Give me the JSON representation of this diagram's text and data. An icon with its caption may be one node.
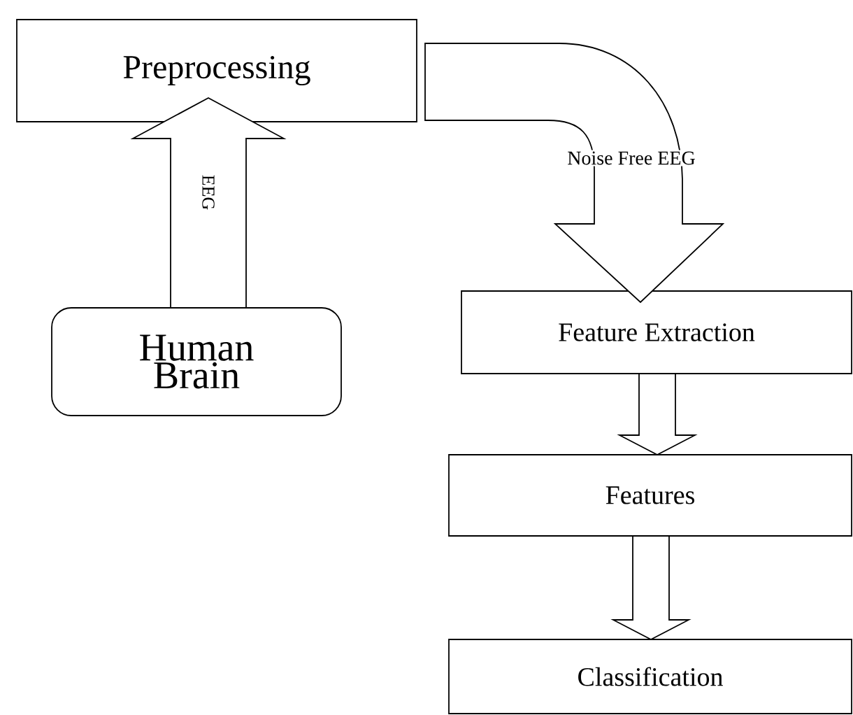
{
  "diagram": {
    "nodes": [
      {
        "text": [
          "Preprocessing"
        ]
      },
      {
        "text": [
          "Human Brain"
        ]
      },
      {
        "text": [
          "Feature Extraction"
        ]
      },
      {
        "text": [
          "Features"
        ]
      },
      {
        "text": [
          "Classification"
        ]
      }
    ],
    "edges": [
      {
        "from": 1,
        "to": 0,
        "arrow": "to",
        "label": "EEG"
      },
      {
        "from": 0,
        "to": 2,
        "arrow": "to",
        "label": "Noise Free EEG"
      },
      {
        "from": 2,
        "to": 3,
        "arrow": "to"
      },
      {
        "from": 3,
        "to": 4,
        "arrow": "to"
      }
    ]
  }
}
